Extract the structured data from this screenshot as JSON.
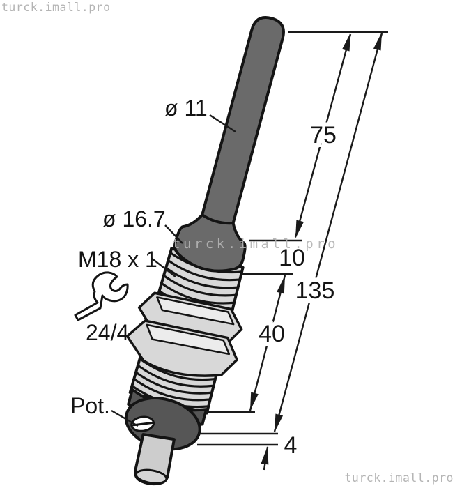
{
  "watermarks": {
    "top_left": "turck.imall.pro",
    "middle": "turck.imall.pro",
    "bottom_right": "turck.imall.pro"
  },
  "callouts": {
    "cable_diameter": "ø 11",
    "head_diameter": "ø 16.7",
    "thread_spec": "M18 x 1",
    "wrench_size": "24/4",
    "potentiometer": "Pot."
  },
  "dimensions": {
    "cable_free_length": "75",
    "head_length": "10",
    "overall_length": "135",
    "thread_length": "40",
    "end_cap_height": "4"
  },
  "icons": {
    "wrench": "open-end-wrench"
  },
  "colors": {
    "body_dark_gray": "#6a6a6a",
    "thread_light_gray": "#d8d8d8",
    "nut_highlight": "#ececec",
    "end_cap_dark": "#565656",
    "tip_gray": "#cdcdcd",
    "line_black": "#141414",
    "watermark_gray": "#b4b4b4"
  }
}
